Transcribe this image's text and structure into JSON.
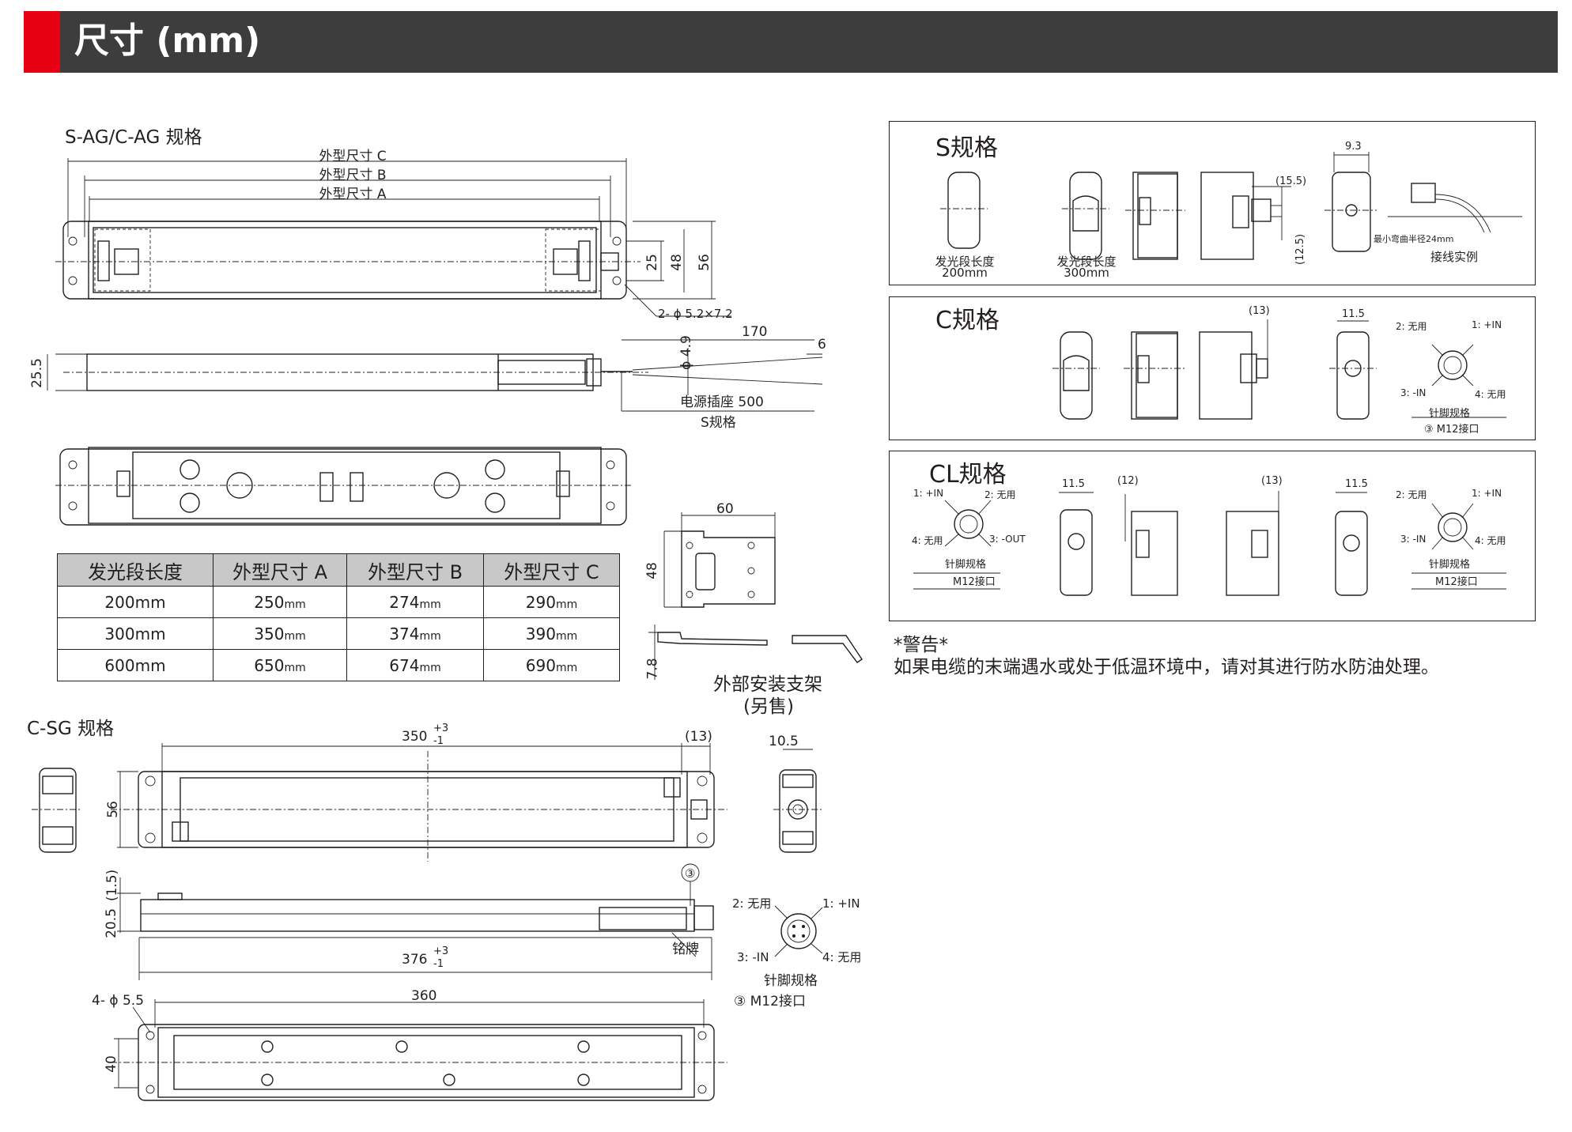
{
  "header": {
    "title": "尺寸 (mm)",
    "accent_color": "#e60012",
    "bar_color": "#3d3d3d"
  },
  "sag": {
    "title": "S-AG/C-AG 规格",
    "dim_c": "外型尺寸 C",
    "dim_b": "外型尺寸 B",
    "dim_a": "外型尺寸 A",
    "h25": "25",
    "h48": "48",
    "h56": "56",
    "holes": "2- ϕ 5.2×7.2",
    "d170": "170",
    "d6": "6",
    "phi": "ϕ 4.9",
    "h25_5": "25.5",
    "power": "电源插座 500",
    "s_spec": "S规格"
  },
  "table": {
    "headers": [
      "发光段长度",
      "外型尺寸 A",
      "外型尺寸 B",
      "外型尺寸 C"
    ],
    "unit": "mm",
    "rows": [
      [
        "200mm",
        "250",
        "274",
        "290"
      ],
      [
        "300mm",
        "350",
        "374",
        "390"
      ],
      [
        "600mm",
        "650",
        "674",
        "690"
      ]
    ]
  },
  "bracket": {
    "w60": "60",
    "h48": "48",
    "h7_8": "7.8",
    "label1": "外部安装支架",
    "label2": "(另售)"
  },
  "csg": {
    "title": "C-SG 规格",
    "d350": "350",
    "tol_plus": "+3",
    "tol_minus": "-1",
    "d13": "(13)",
    "d10_5": "10.5",
    "h56": "56",
    "h1_5": "(1.5)",
    "h20_5": "20.5",
    "d376": "376",
    "nameplate": "铭牌",
    "circle3": "③",
    "pin2": "2: 无用",
    "pin1": "1: +IN",
    "pin3": "3: -IN",
    "pin4": "4: 无用",
    "pin_spec": "针脚规格",
    "m12": "③ M12接口",
    "holes": "4- ϕ 5.5",
    "d360": "360",
    "h40": "40"
  },
  "s_panel": {
    "title": "S规格",
    "cap200_1": "发光段长度",
    "cap200_2": "200mm",
    "cap300_1": "发光段长度",
    "cap300_2": "300mm",
    "d15_5": "(15.5)",
    "d12_5": "(12.5)",
    "d9_3": "9.3",
    "bend": "最小弯曲半径24mm",
    "wiring": "接线实例"
  },
  "c_panel": {
    "title": "C规格",
    "d13": "(13)",
    "d11_5": "11.5",
    "pin2": "2: 无用",
    "pin1": "1: +IN",
    "pin3": "3: -IN",
    "pin4": "4: 无用",
    "pin_spec": "针脚规格",
    "m12": "③ M12接口"
  },
  "cl_panel": {
    "title": "CL规格",
    "pin1": "1: +IN",
    "pin2": "2: 无用",
    "pin4": "4: 无用",
    "pin3": "3: -OUT",
    "pin_spec": "针脚规格",
    "m12": "M12接口",
    "d11_5a": "11.5",
    "d12": "(12)",
    "d13": "(13)",
    "d11_5b": "11.5",
    "r_pin2": "2: 无用",
    "r_pin1": "1: +IN",
    "r_pin3": "3: -IN",
    "r_pin4": "4: 无用",
    "r_pin_spec": "针脚规格",
    "r_m12": "M12接口"
  },
  "warning": {
    "title": "*警告*",
    "text": "如果电缆的末端遇水或处于低温环境中，请对其进行防水防油处理。"
  }
}
